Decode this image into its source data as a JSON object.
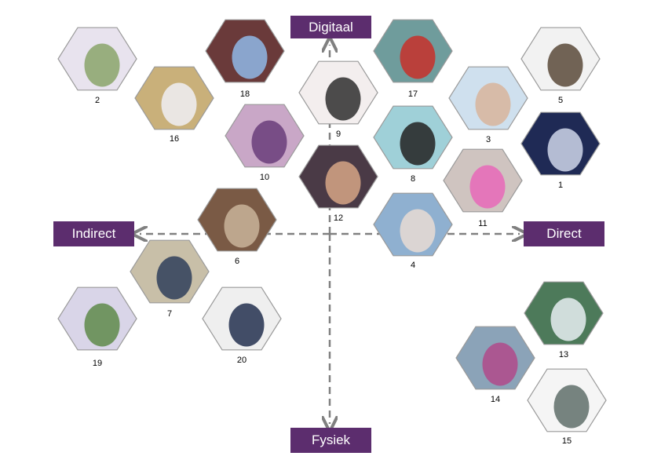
{
  "axes": {
    "top": "Digitaal",
    "bottom": "Fysiek",
    "left": "Indirect",
    "right": "Direct"
  },
  "items": [
    {
      "id": "hex-1",
      "label": "1",
      "subject": "smartphone"
    },
    {
      "id": "hex-2",
      "label": "2",
      "subject": "tablet-website"
    },
    {
      "id": "hex-3",
      "label": "3",
      "subject": "hands-on-tablet"
    },
    {
      "id": "hex-4",
      "label": "4",
      "subject": "elderly-woman-phone"
    },
    {
      "id": "hex-5",
      "label": "5",
      "subject": "elderly-man-picture-frame"
    },
    {
      "id": "hex-6",
      "label": "6",
      "subject": "retro-radio"
    },
    {
      "id": "hex-7",
      "label": "7",
      "subject": "hand-on-cushion"
    },
    {
      "id": "hex-8",
      "label": "8",
      "subject": "vibrating-wristbands"
    },
    {
      "id": "hex-9",
      "label": "9",
      "subject": "handshake-device"
    },
    {
      "id": "hex-10",
      "label": "10",
      "subject": "hugging-pillow"
    },
    {
      "id": "hex-11",
      "label": "11",
      "subject": "woman-hugging-pink-cushion"
    },
    {
      "id": "hex-12",
      "label": "12",
      "subject": "hands-on-striped-pillow"
    },
    {
      "id": "hex-13",
      "label": "13",
      "subject": "glass-pavilion"
    },
    {
      "id": "hex-14",
      "label": "14",
      "subject": "street-performer"
    },
    {
      "id": "hex-15",
      "label": "15",
      "subject": "garden-table-chairs"
    },
    {
      "id": "hex-16",
      "label": "16",
      "subject": "phone-stand-with-cups"
    },
    {
      "id": "hex-17",
      "label": "17",
      "subject": "red-arrow-screen"
    },
    {
      "id": "hex-18",
      "label": "18",
      "subject": "hologram-man"
    },
    {
      "id": "hex-19",
      "label": "19",
      "subject": "glowing-orbs-plant"
    },
    {
      "id": "hex-20",
      "label": "20",
      "subject": "sensor-vest"
    }
  ],
  "colors": {
    "label_bg": "#5c2d6e",
    "label_text": "#ffffff",
    "axis_line": "#808080"
  }
}
